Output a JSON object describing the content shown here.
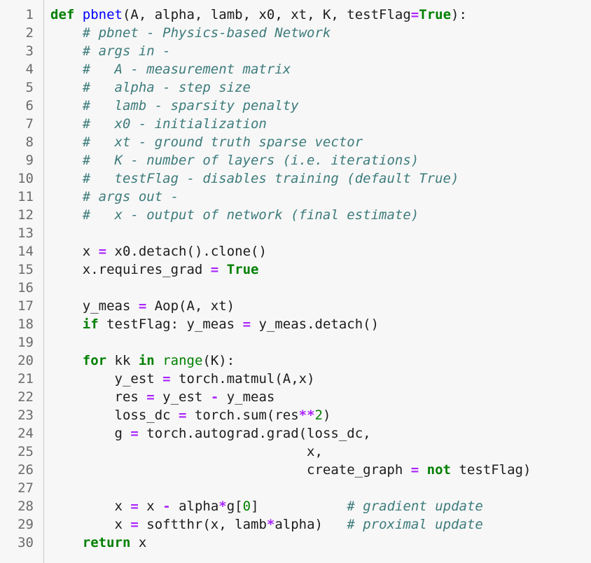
{
  "theme": {
    "background": "#f7f7f7",
    "keyword": "#008000",
    "function_name": "#0000ff",
    "operator": "#aa22ff",
    "comment": "#3d7b7b",
    "line_number": "#6b6b6b",
    "text": "#1c1c1c"
  },
  "code_lines": [
    {
      "number": "1",
      "tokens": [
        [
          "keyword",
          "def"
        ],
        [
          "space",
          " "
        ],
        [
          "func",
          "pbnet"
        ],
        [
          "punct",
          "(A, alpha, lamb, x0, xt, K, testFlag"
        ],
        [
          "op",
          "="
        ],
        [
          "keyword",
          "True"
        ],
        [
          "punct",
          "):"
        ]
      ]
    },
    {
      "number": "2",
      "tokens": [
        [
          "space",
          "    "
        ],
        [
          "comment",
          "# pbnet - Physics-based Network"
        ]
      ]
    },
    {
      "number": "3",
      "tokens": [
        [
          "space",
          "    "
        ],
        [
          "comment",
          "# args in -"
        ]
      ]
    },
    {
      "number": "4",
      "tokens": [
        [
          "space",
          "    "
        ],
        [
          "comment",
          "#   A - measurement matrix"
        ]
      ]
    },
    {
      "number": "5",
      "tokens": [
        [
          "space",
          "    "
        ],
        [
          "comment",
          "#   alpha - step size"
        ]
      ]
    },
    {
      "number": "6",
      "tokens": [
        [
          "space",
          "    "
        ],
        [
          "comment",
          "#   lamb - sparsity penalty"
        ]
      ]
    },
    {
      "number": "7",
      "tokens": [
        [
          "space",
          "    "
        ],
        [
          "comment",
          "#   x0 - initialization"
        ]
      ]
    },
    {
      "number": "8",
      "tokens": [
        [
          "space",
          "    "
        ],
        [
          "comment",
          "#   xt - ground truth sparse vector"
        ]
      ]
    },
    {
      "number": "9",
      "tokens": [
        [
          "space",
          "    "
        ],
        [
          "comment",
          "#   K - number of layers (i.e. iterations)"
        ]
      ]
    },
    {
      "number": "10",
      "tokens": [
        [
          "space",
          "    "
        ],
        [
          "comment",
          "#   testFlag - disables training (default True)"
        ]
      ]
    },
    {
      "number": "11",
      "tokens": [
        [
          "space",
          "    "
        ],
        [
          "comment",
          "# args out -"
        ]
      ]
    },
    {
      "number": "12",
      "tokens": [
        [
          "space",
          "    "
        ],
        [
          "comment",
          "#   x - output of network (final estimate)"
        ]
      ]
    },
    {
      "number": "13",
      "tokens": []
    },
    {
      "number": "14",
      "tokens": [
        [
          "space",
          "    "
        ],
        [
          "name",
          "x "
        ],
        [
          "op",
          "="
        ],
        [
          "name",
          " x0.detach().clone()"
        ]
      ]
    },
    {
      "number": "15",
      "tokens": [
        [
          "space",
          "    "
        ],
        [
          "name",
          "x.requires_grad "
        ],
        [
          "op",
          "="
        ],
        [
          "space",
          " "
        ],
        [
          "keyword",
          "True"
        ]
      ]
    },
    {
      "number": "16",
      "tokens": []
    },
    {
      "number": "17",
      "tokens": [
        [
          "space",
          "    "
        ],
        [
          "name",
          "y_meas "
        ],
        [
          "op",
          "="
        ],
        [
          "name",
          " Aop(A, xt)"
        ]
      ]
    },
    {
      "number": "18",
      "tokens": [
        [
          "space",
          "    "
        ],
        [
          "keyword",
          "if"
        ],
        [
          "name",
          " testFlag: y_meas "
        ],
        [
          "op",
          "="
        ],
        [
          "name",
          " y_meas.detach()"
        ]
      ]
    },
    {
      "number": "19",
      "tokens": []
    },
    {
      "number": "20",
      "tokens": [
        [
          "space",
          "    "
        ],
        [
          "keyword",
          "for"
        ],
        [
          "name",
          " kk "
        ],
        [
          "keyword",
          "in"
        ],
        [
          "space",
          " "
        ],
        [
          "builtin",
          "range"
        ],
        [
          "name",
          "(K):"
        ]
      ]
    },
    {
      "number": "21",
      "tokens": [
        [
          "space",
          "        "
        ],
        [
          "name",
          "y_est "
        ],
        [
          "op",
          "="
        ],
        [
          "name",
          " torch.matmul(A,x)"
        ]
      ]
    },
    {
      "number": "22",
      "tokens": [
        [
          "space",
          "        "
        ],
        [
          "name",
          "res "
        ],
        [
          "op",
          "="
        ],
        [
          "name",
          " y_est "
        ],
        [
          "op",
          "-"
        ],
        [
          "name",
          " y_meas"
        ]
      ]
    },
    {
      "number": "23",
      "tokens": [
        [
          "space",
          "        "
        ],
        [
          "name",
          "loss_dc "
        ],
        [
          "op",
          "="
        ],
        [
          "name",
          " torch.sum(res"
        ],
        [
          "op",
          "**"
        ],
        [
          "number",
          "2"
        ],
        [
          "name",
          ")"
        ]
      ]
    },
    {
      "number": "24",
      "tokens": [
        [
          "space",
          "        "
        ],
        [
          "name",
          "g "
        ],
        [
          "op",
          "="
        ],
        [
          "name",
          " torch.autograd.grad(loss_dc,"
        ]
      ]
    },
    {
      "number": "25",
      "tokens": [
        [
          "space",
          "                                "
        ],
        [
          "name",
          "x,"
        ]
      ]
    },
    {
      "number": "26",
      "tokens": [
        [
          "space",
          "                                "
        ],
        [
          "name",
          "create_graph "
        ],
        [
          "op",
          "="
        ],
        [
          "space",
          " "
        ],
        [
          "keyword",
          "not"
        ],
        [
          "name",
          " testFlag)"
        ]
      ]
    },
    {
      "number": "27",
      "tokens": []
    },
    {
      "number": "28",
      "tokens": [
        [
          "space",
          "        "
        ],
        [
          "name",
          "x "
        ],
        [
          "op",
          "="
        ],
        [
          "name",
          " x "
        ],
        [
          "op",
          "-"
        ],
        [
          "name",
          " alpha"
        ],
        [
          "op",
          "*"
        ],
        [
          "name",
          "g["
        ],
        [
          "number",
          "0"
        ],
        [
          "name",
          "]"
        ],
        [
          "space",
          "           "
        ],
        [
          "comment",
          "# gradient update"
        ]
      ]
    },
    {
      "number": "29",
      "tokens": [
        [
          "space",
          "        "
        ],
        [
          "name",
          "x "
        ],
        [
          "op",
          "="
        ],
        [
          "name",
          " softthr(x, lamb"
        ],
        [
          "op",
          "*"
        ],
        [
          "name",
          "alpha)"
        ],
        [
          "space",
          "   "
        ],
        [
          "comment",
          "# proximal update"
        ]
      ]
    },
    {
      "number": "30",
      "tokens": [
        [
          "space",
          "    "
        ],
        [
          "keyword",
          "return"
        ],
        [
          "name",
          " x"
        ]
      ]
    }
  ]
}
